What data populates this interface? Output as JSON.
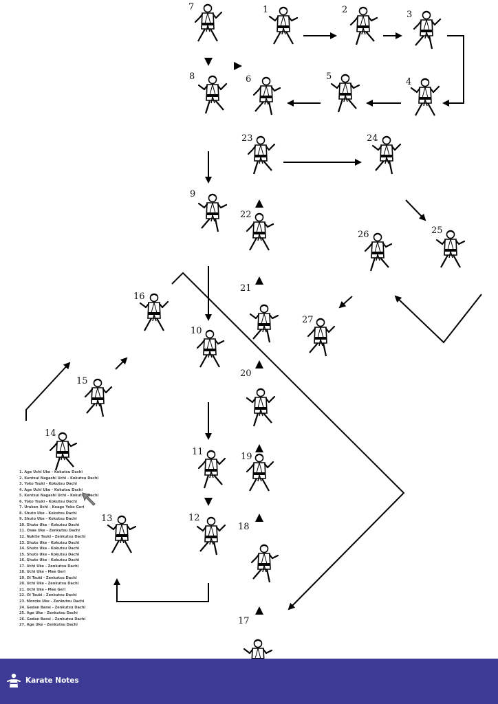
{
  "diagram": {
    "step_numbers": [
      "1",
      "2",
      "3",
      "4",
      "5",
      "6",
      "7",
      "8",
      "9",
      "10",
      "11",
      "12",
      "13",
      "14",
      "15",
      "16",
      "17",
      "18",
      "19",
      "20",
      "21",
      "22",
      "23",
      "24",
      "25",
      "26",
      "27"
    ],
    "legend": [
      "1. Age Uchi Uke - Kokutsu Dachi",
      "2. Kentsui Nagashi Uchi - Kokutsu Dachi",
      "3. Yoko Tsuki - Kokutsu Dachi",
      "4. Age Uchi Uke - Kokutsu Dachi",
      "5. Kentsui Nagashi Uchi - Kokutsu Dachi",
      "6. Yoko Tsuki - Kokutsu Dachi",
      "7. Uraken Uchi - Keage Yoko Geri",
      "8. Shuto Uke - Kokutsu Dachi",
      "9. Shuto Uke - Kokutsu Dachi",
      "10. Shuto Uke - Kokutsu Dachi",
      "11. Osae Uke - Zenkutsu Dachi",
      "12. Nukite Tsuki - Zenkutsu Dachi",
      "13. Shuto Uke - Kokutsu Dachi",
      "14. Shuto Uke - Kokutsu Dachi",
      "15. Shuto Uke - Kokutsu Dachi",
      "16. Shuto Uke - Kokutsu Dachi",
      "17. Uchi Uke - Zenkutsu Dachi",
      "18. Uchi Uke - Mae Geri",
      "19. Oi Tsuki - Zenkutsu Dachi",
      "20. Uchi Uke - Zenkutsu Dachi",
      "21. Uchi Uke - Mae Geri",
      "22. Oi Tsuki - Zenkutsu Dachi",
      "23. Morote Uke - Zenkutsu Dachi",
      "24. Gedan Barai - Zenkutsu Dachi",
      "25. Age Uke - Zenkutsu Dachi",
      "26. Gedan Barai - Zenkutsu Dachi",
      "27. Age Uke - Zenkutsu Dachi"
    ]
  },
  "footer": {
    "brand": "Karate Notes",
    "background": "#3d3a96",
    "logo_icon": "karateka-logo-icon"
  }
}
